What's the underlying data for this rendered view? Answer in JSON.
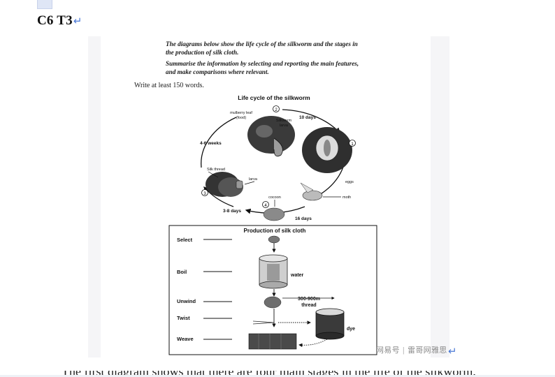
{
  "heading": {
    "title": "C6 T3",
    "return_symbol": "↵"
  },
  "instructions": {
    "line1": "The diagrams below show the life cycle of the silkworm and the stages in",
    "line2": "the production of silk cloth.",
    "line3": "Summarise the information by selecting and reporting the main features,",
    "line4": "and make comparisons where relevant.",
    "write": "Write at least 150 words."
  },
  "life_cycle": {
    "title": "Life cycle of the silkworm",
    "stage_numbers": [
      "1",
      "2",
      "3",
      "4"
    ],
    "labels": {
      "mulberry_1": "mulberry leaf",
      "mulberry_2": "(food)",
      "silkworm_1": "Silkworm",
      "silkworm_2": "larva",
      "ten_days": "10 days",
      "four_six_weeks": "4-6 weeks",
      "silk_thread": "Silk thread",
      "larva": "larva",
      "eggs": "eggs",
      "moth": "moth",
      "cocoon": "cocoon",
      "three_eight_days": "3-8 days",
      "sixteen_days": "16 days"
    }
  },
  "production": {
    "title": "Production of silk cloth",
    "steps": [
      "Select",
      "Boil",
      "Unwind",
      "Twist",
      "Weave"
    ],
    "water": "water",
    "thread_length": "300-900m",
    "thread": "thread",
    "dye": "dye"
  },
  "watermark": {
    "brand": "网易号",
    "author": "雷哥网雅思"
  },
  "continuation_text": "The first diagram shows that there are four main stages in the life of the silkworm."
}
